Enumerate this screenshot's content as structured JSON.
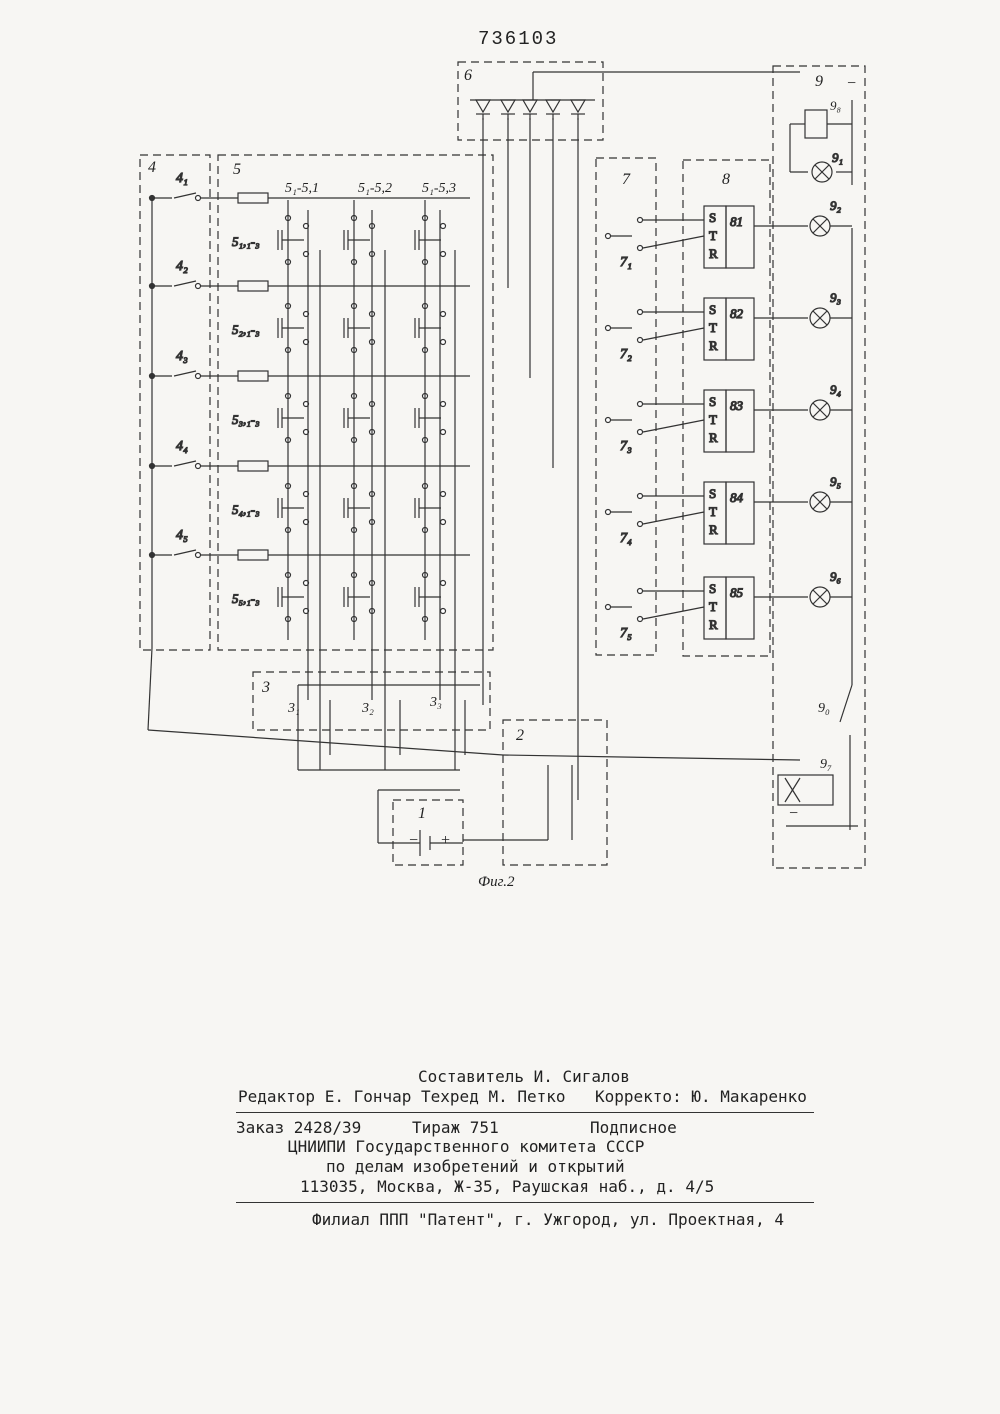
{
  "header": {
    "patent_number": "736103"
  },
  "figure": {
    "caption": "Фиг.2",
    "blocks": {
      "b1": "1",
      "b2": "2",
      "b3": "3",
      "b4": "4",
      "b5": "5",
      "b6": "6",
      "b7": "7",
      "b8": "8",
      "b9": "9"
    },
    "switch_4": [
      "4₁",
      "4₂",
      "4₃",
      "4₄",
      "4₅"
    ],
    "row_keys": [
      "5₁,₁-₃",
      "5₂,₁-₃",
      "5₃,₁-₃",
      "5₄,₁-₃",
      "5₅,₁-₃"
    ],
    "col_labels": [
      "5₁-5,1",
      "5₁-5,2",
      "5₁-5,3"
    ],
    "switch_7": [
      "7₁",
      "7₂",
      "7₃",
      "7₄",
      "7₅"
    ],
    "triggers": [
      "81",
      "82",
      "83",
      "84",
      "85"
    ],
    "trigger_pins": {
      "s": "S",
      "t": "T",
      "r": "R"
    },
    "switch_3": [
      "3₁",
      "3₂",
      "3₃"
    ],
    "lamps_9": [
      "9₁",
      "9₂",
      "9₃",
      "9₄",
      "9₅",
      "9₆"
    ],
    "relay_8": "9₈",
    "relay_7": "9₇",
    "contact_0": "9₀",
    "minus": "−",
    "battery_signs": {
      "minus": "−",
      "plus": "+"
    }
  },
  "colophon": {
    "compiler": "Составитель И. Сигалов",
    "editor_line": "Редактор Е. Гончар Техред М. Петко",
    "corrector": "Корректо: Ю. Макаренко",
    "order": "Заказ 2428/39",
    "circulation": "Тираж 751",
    "subscription": "Подписное",
    "org1": "ЦНИИПИ Государственного комитета СССР",
    "org2": "по делам изобретений и открытий",
    "address": "113035, Москва, Ж-35, Раушская наб., д. 4/5",
    "branch": "Филиал ППП \"Патент\", г. Ужгород, ул. Проектная, 4"
  }
}
